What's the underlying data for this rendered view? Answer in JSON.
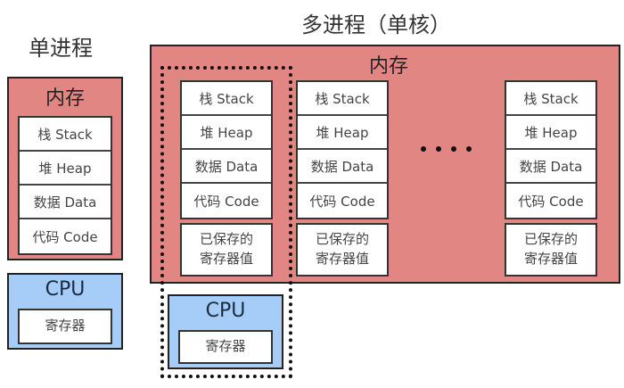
{
  "single_process": {
    "title": "单进程",
    "memory_label": "内存",
    "segments": [
      "栈 Stack",
      "堆 Heap",
      "数据 Data",
      "代码 Code"
    ],
    "cpu_label": "CPU",
    "register_label": "寄存器"
  },
  "multi_process": {
    "title": "多进程（单核）",
    "memory_label": "内存",
    "processes": [
      {
        "segments": [
          "栈 Stack",
          "堆 Heap",
          "数据 Data",
          "代码 Code"
        ],
        "saved_registers": "已保存的\n寄存器值"
      },
      {
        "segments": [
          "栈 Stack",
          "堆 Heap",
          "数据 Data",
          "代码 Code"
        ],
        "saved_registers": "已保存的\n寄存器值"
      },
      {
        "segments": [
          "栈 Stack",
          "堆 Heap",
          "数据 Data",
          "代码 Code"
        ],
        "saved_registers": "已保存的\n寄存器值"
      }
    ],
    "ellipsis": "....",
    "cpu_label": "CPU",
    "register_label": "寄存器"
  },
  "colors": {
    "memory": "#e28683",
    "cpu": "#a6cdf7",
    "segment": "#ffffff"
  }
}
